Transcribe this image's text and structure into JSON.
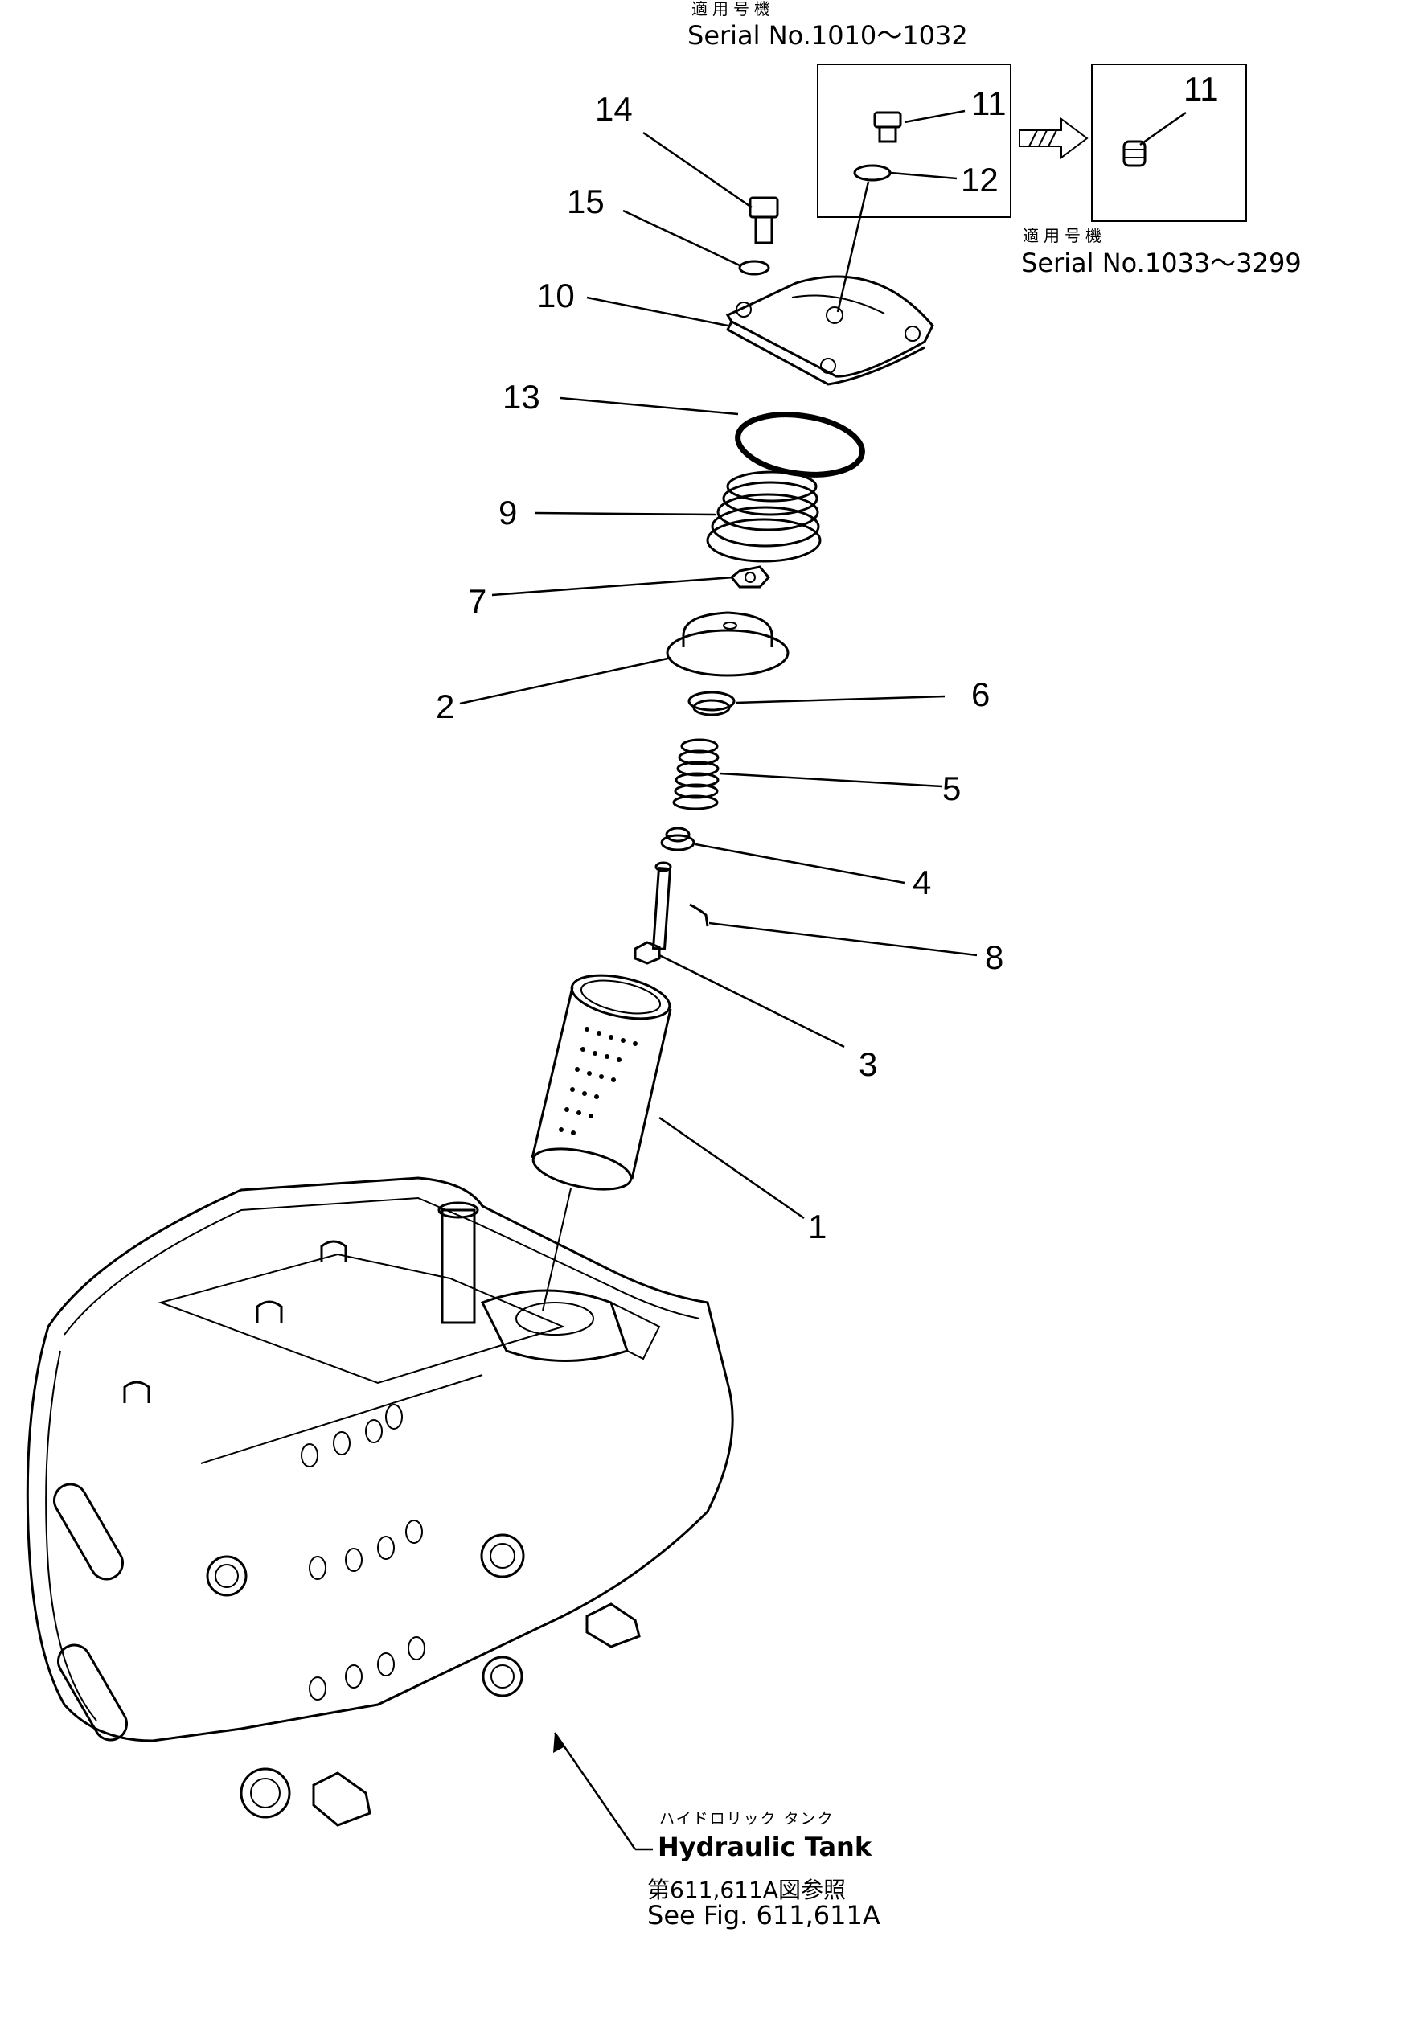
{
  "notes": {
    "serial_early_jp": "適用号機",
    "serial_early": "Serial No.1010～1032",
    "serial_late_jp": "適用号機",
    "serial_late": "Serial No.1033～3299",
    "tank_jp": "ハイドロリック タンク",
    "tank_en": "Hydraulic Tank",
    "fig_jp": "第611,611A図参照",
    "fig_en": "See Fig. 611,611A"
  },
  "callouts": {
    "c1": "1",
    "c2": "2",
    "c3": "3",
    "c4": "4",
    "c5": "5",
    "c6": "6",
    "c7": "7",
    "c8": "8",
    "c9": "9",
    "c10": "10",
    "c11a": "11",
    "c11b": "11",
    "c12": "12",
    "c13": "13",
    "c14": "14",
    "c15": "15"
  }
}
